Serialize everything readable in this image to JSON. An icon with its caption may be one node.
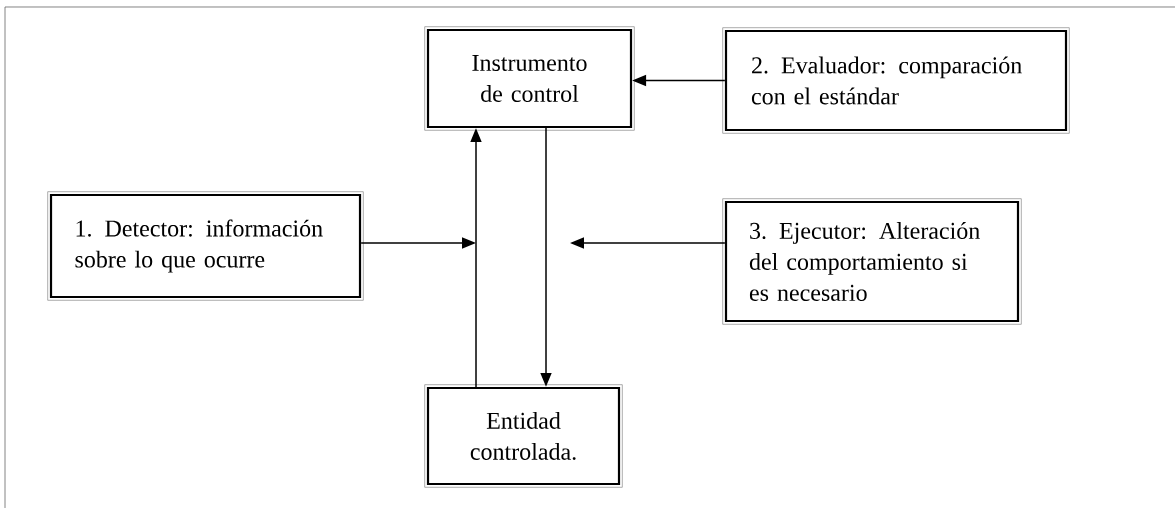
{
  "diagram": {
    "nodes": [
      {
        "text": [
          "Instrumento de control"
        ]
      },
      {
        "text": [
          "2. Evaluador: comparación con el estándar"
        ]
      },
      {
        "text": [
          "1. Detector: información sobre lo que ocurre"
        ]
      },
      {
        "text": [
          "3. Ejecutor: Alteración del comportamiento si es necesario"
        ]
      },
      {
        "text": [
          "Entidad controlada."
        ]
      }
    ],
    "edges": [
      {
        "from": 1,
        "to": 0,
        "arrow": "to"
      },
      {
        "from": 4,
        "to": 0,
        "arrow": "to"
      },
      {
        "from": 0,
        "to": 4,
        "arrow": "to"
      },
      {
        "from": 2,
        "to": null,
        "arrow": "to"
      },
      {
        "from": 3,
        "to": null,
        "arrow": "to"
      }
    ]
  }
}
